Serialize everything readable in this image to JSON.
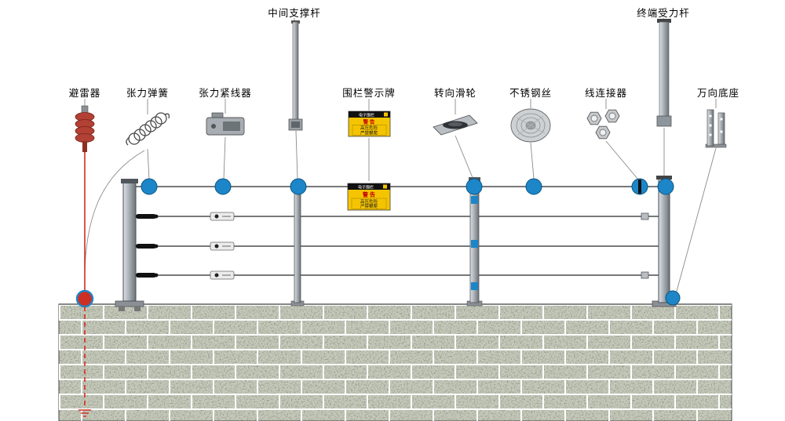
{
  "labels": {
    "mid_support_pole": "中间支撑杆",
    "terminal_pole": "终端受力杆",
    "arrester": "避雷器",
    "tension_spring": "张力弹簧",
    "wire_tightener": "张力紧线器",
    "warning_sign": "围栏警示牌",
    "turning_pulley": "转向滑轮",
    "stainless_wire": "不锈钢丝",
    "wire_connector": "线连接器",
    "universal_base": "万向底座"
  },
  "warning_sign": {
    "header": "电子围栏",
    "title": "警 告",
    "line1": "高压危险",
    "line2": "严禁攀爬"
  },
  "colors": {
    "insulator_blue": "#1c86c8",
    "sign_yellow": "#f5c400",
    "arrester_red": "#b24034",
    "ground_wire_red": "#d42a1e"
  }
}
